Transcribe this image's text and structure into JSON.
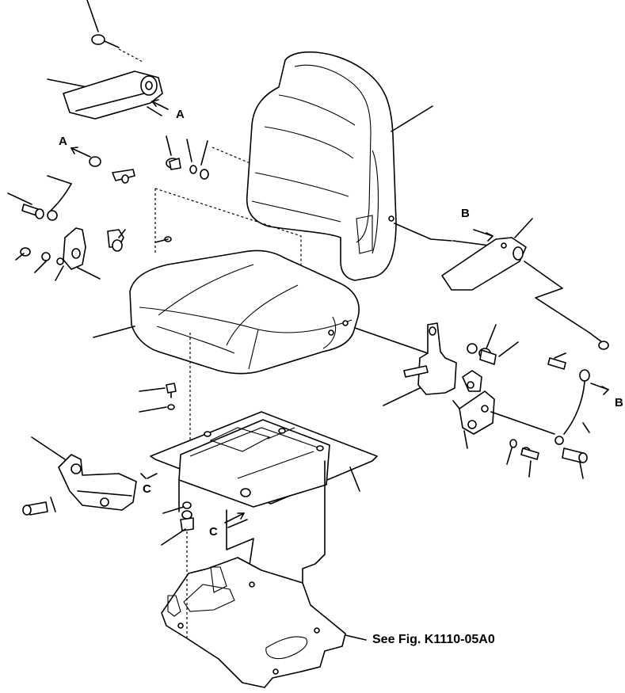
{
  "labels": {
    "a_upper": "A",
    "a_left": "A",
    "b_right": "B",
    "b_far_right": "B",
    "c_left": "C",
    "c_bottom": "C"
  },
  "reference_text": "See Fig. K1110-05A0"
}
